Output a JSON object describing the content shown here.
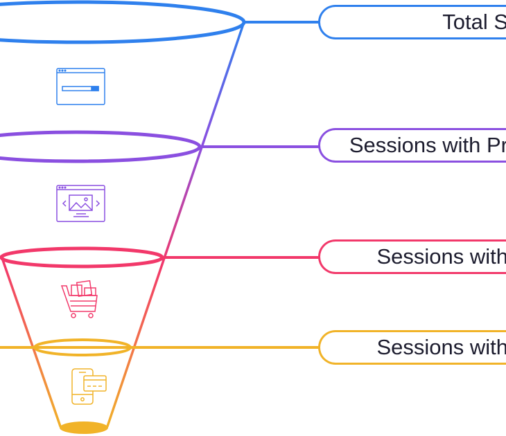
{
  "stages": [
    {
      "label": "Total S",
      "color": "#2f80ed",
      "icon": "browser-window-icon"
    },
    {
      "label": "Sessions with Pr",
      "color": "#8a4fe0",
      "icon": "product-image-icon"
    },
    {
      "label": "Sessions with",
      "color": "#f2386a",
      "icon": "shopping-cart-icon"
    },
    {
      "label": "Sessions with",
      "color": "#f1b328",
      "icon": "mobile-payment-icon"
    }
  ]
}
